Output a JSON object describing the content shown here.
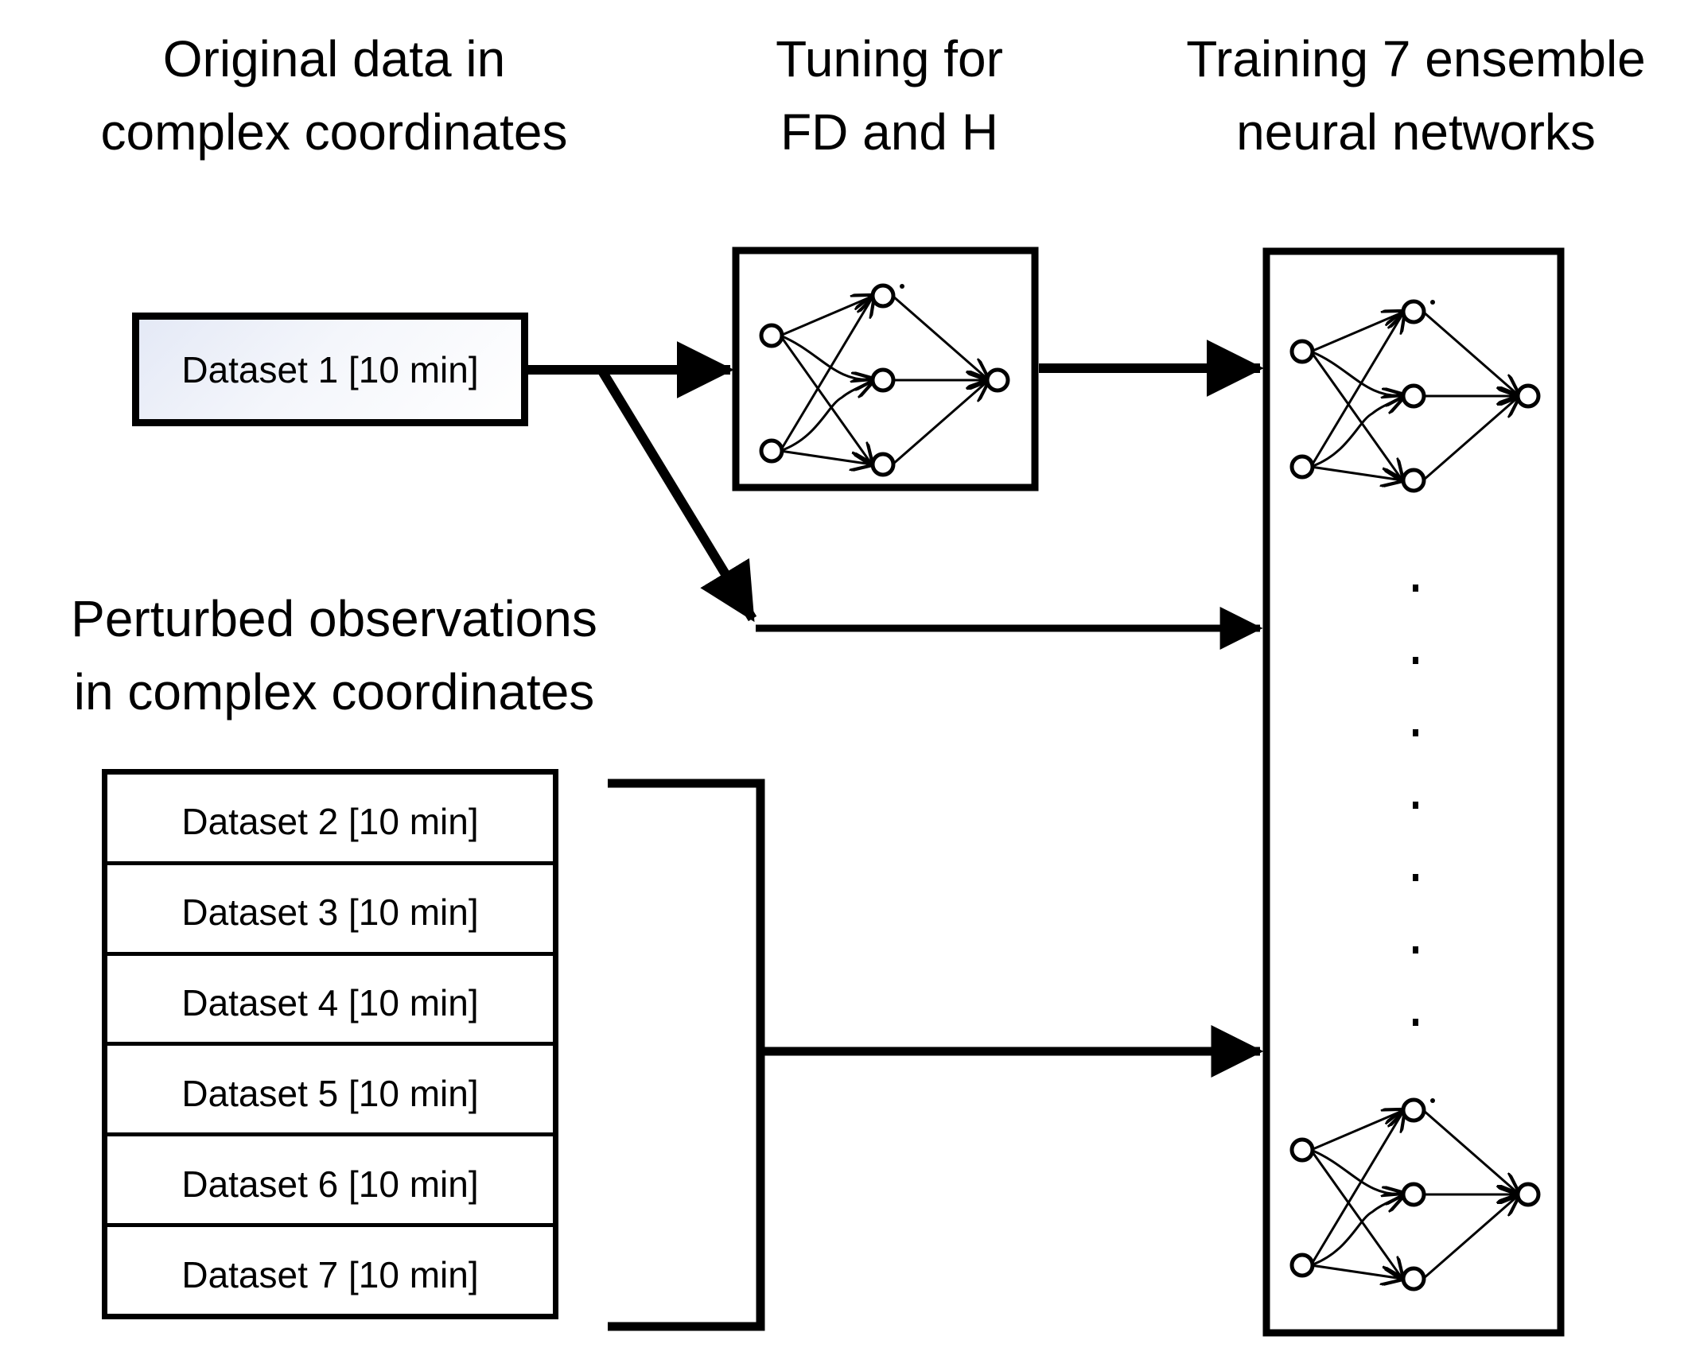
{
  "headings": {
    "original": [
      "Original data in",
      "complex coordinates"
    ],
    "tuning": [
      "Tuning for",
      "FD and H"
    ],
    "training": [
      "Training 7 ensemble",
      "neural networks"
    ],
    "perturbed": [
      "Perturbed observations",
      "in complex coordinates"
    ]
  },
  "original_dataset": "Dataset 1 [10 min]",
  "perturbed_datasets": [
    "Dataset 2 [10 min]",
    "Dataset 3 [10 min]",
    "Dataset 4 [10 min]",
    "Dataset 5 [10 min]",
    "Dataset 6 [10 min]",
    "Dataset 7 [10 min]"
  ],
  "colors": {
    "line": "#000000",
    "background": "#ffffff",
    "dataset1_fill": "#e4e9f6"
  },
  "ensemble": {
    "network_count": 7,
    "dots_between": 7,
    "icons": [
      "neural-network-icon"
    ]
  }
}
